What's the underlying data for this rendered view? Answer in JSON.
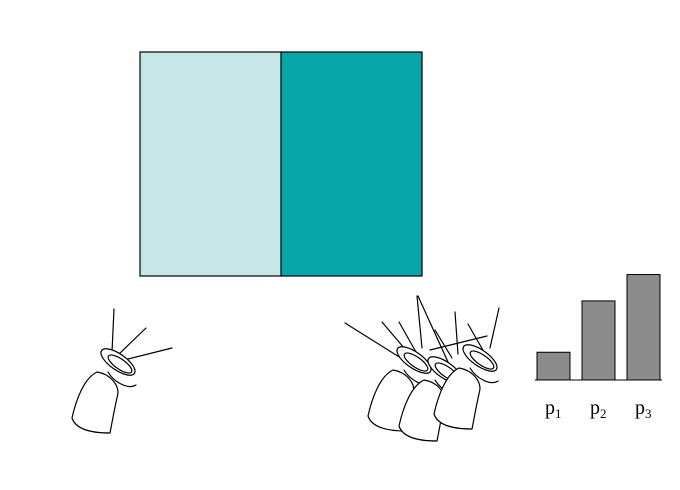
{
  "panels": {
    "left_color": "#c6e6e8",
    "right_color": "#08a6a8",
    "border_color": "#000000"
  },
  "cameras": {
    "single_icon": "camera-icon",
    "group_icon": "camera-icon"
  },
  "chart_data": {
    "type": "bar",
    "categories": [
      "p1",
      "p2",
      "p3"
    ],
    "labels": [
      {
        "base": "p",
        "sub": "1"
      },
      {
        "base": "p",
        "sub": "2"
      },
      {
        "base": "p",
        "sub": "3"
      }
    ],
    "values": [
      1,
      2.85,
      3.8
    ],
    "ylim": [
      0,
      4
    ],
    "bar_color": "#8c8c8c",
    "grid": false
  }
}
